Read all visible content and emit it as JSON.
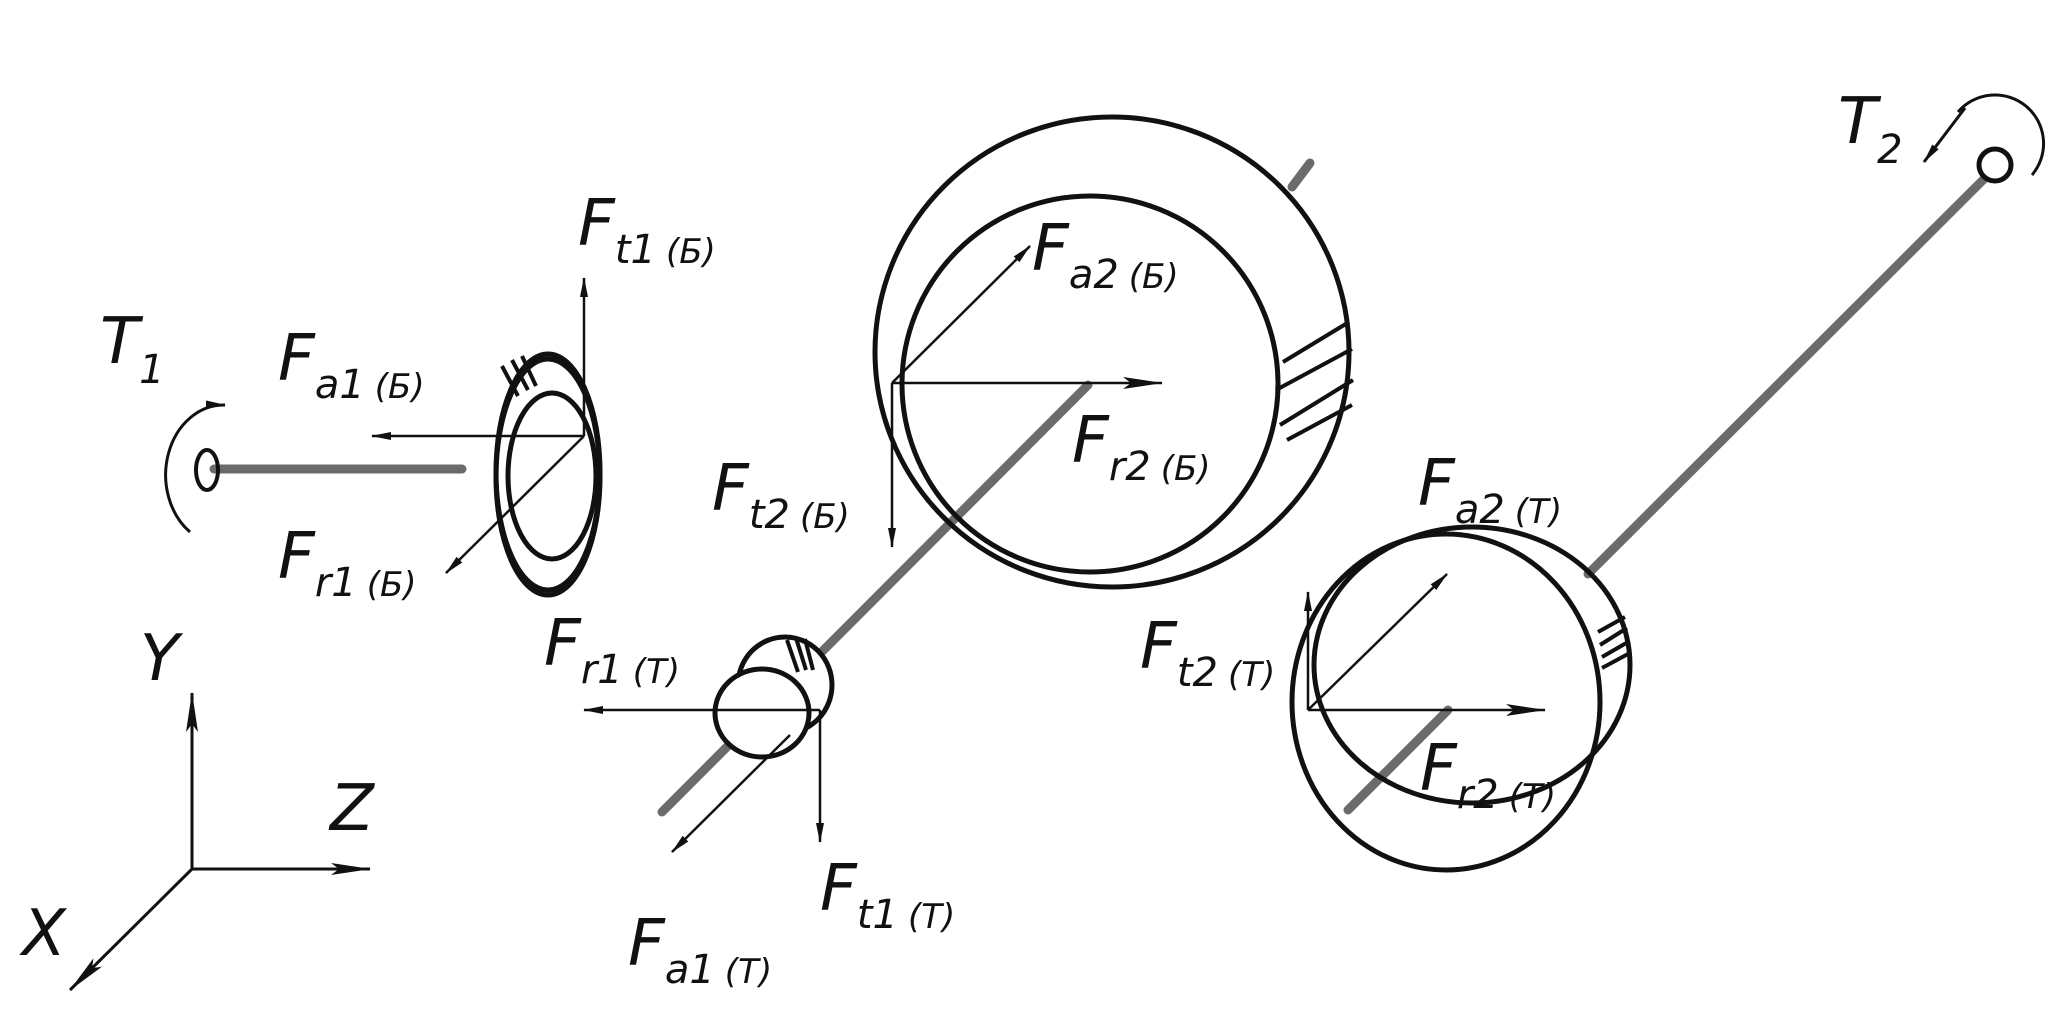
{
  "labels": {
    "T1": {
      "main": "T",
      "sub": "1",
      "extra": ""
    },
    "T2": {
      "main": "T",
      "sub": "2",
      "extra": ""
    },
    "Ft1B": {
      "main": "F",
      "sub": "t1",
      "extra": "(Б)"
    },
    "Fa1B": {
      "main": "F",
      "sub": "a1",
      "extra": "(Б)"
    },
    "Fr1B": {
      "main": "F",
      "sub": "r1",
      "extra": "(Б)"
    },
    "Fa2B": {
      "main": "F",
      "sub": "a2",
      "extra": "(Б)"
    },
    "Fr2B": {
      "main": "F",
      "sub": "r2",
      "extra": "(Б)"
    },
    "Ft2B": {
      "main": "F",
      "sub": "t2",
      "extra": "(Б)"
    },
    "Fr1T": {
      "main": "F",
      "sub": "r1",
      "extra": "(T)"
    },
    "Fa1T": {
      "main": "F",
      "sub": "a1",
      "extra": "(T)"
    },
    "Ft1T": {
      "main": "F",
      "sub": "t1",
      "extra": "(T)"
    },
    "Fa2T": {
      "main": "F",
      "sub": "a2",
      "extra": "(T)"
    },
    "Ft2T": {
      "main": "F",
      "sub": "t2",
      "extra": "(T)"
    },
    "Fr2T": {
      "main": "F",
      "sub": "r2",
      "extra": "(T)"
    },
    "axisY": "Y",
    "axisZ": "Z",
    "axisX": "X"
  },
  "colors": {
    "line": "#111111",
    "shaft": "#6b6b6b",
    "background": "#ffffff"
  }
}
